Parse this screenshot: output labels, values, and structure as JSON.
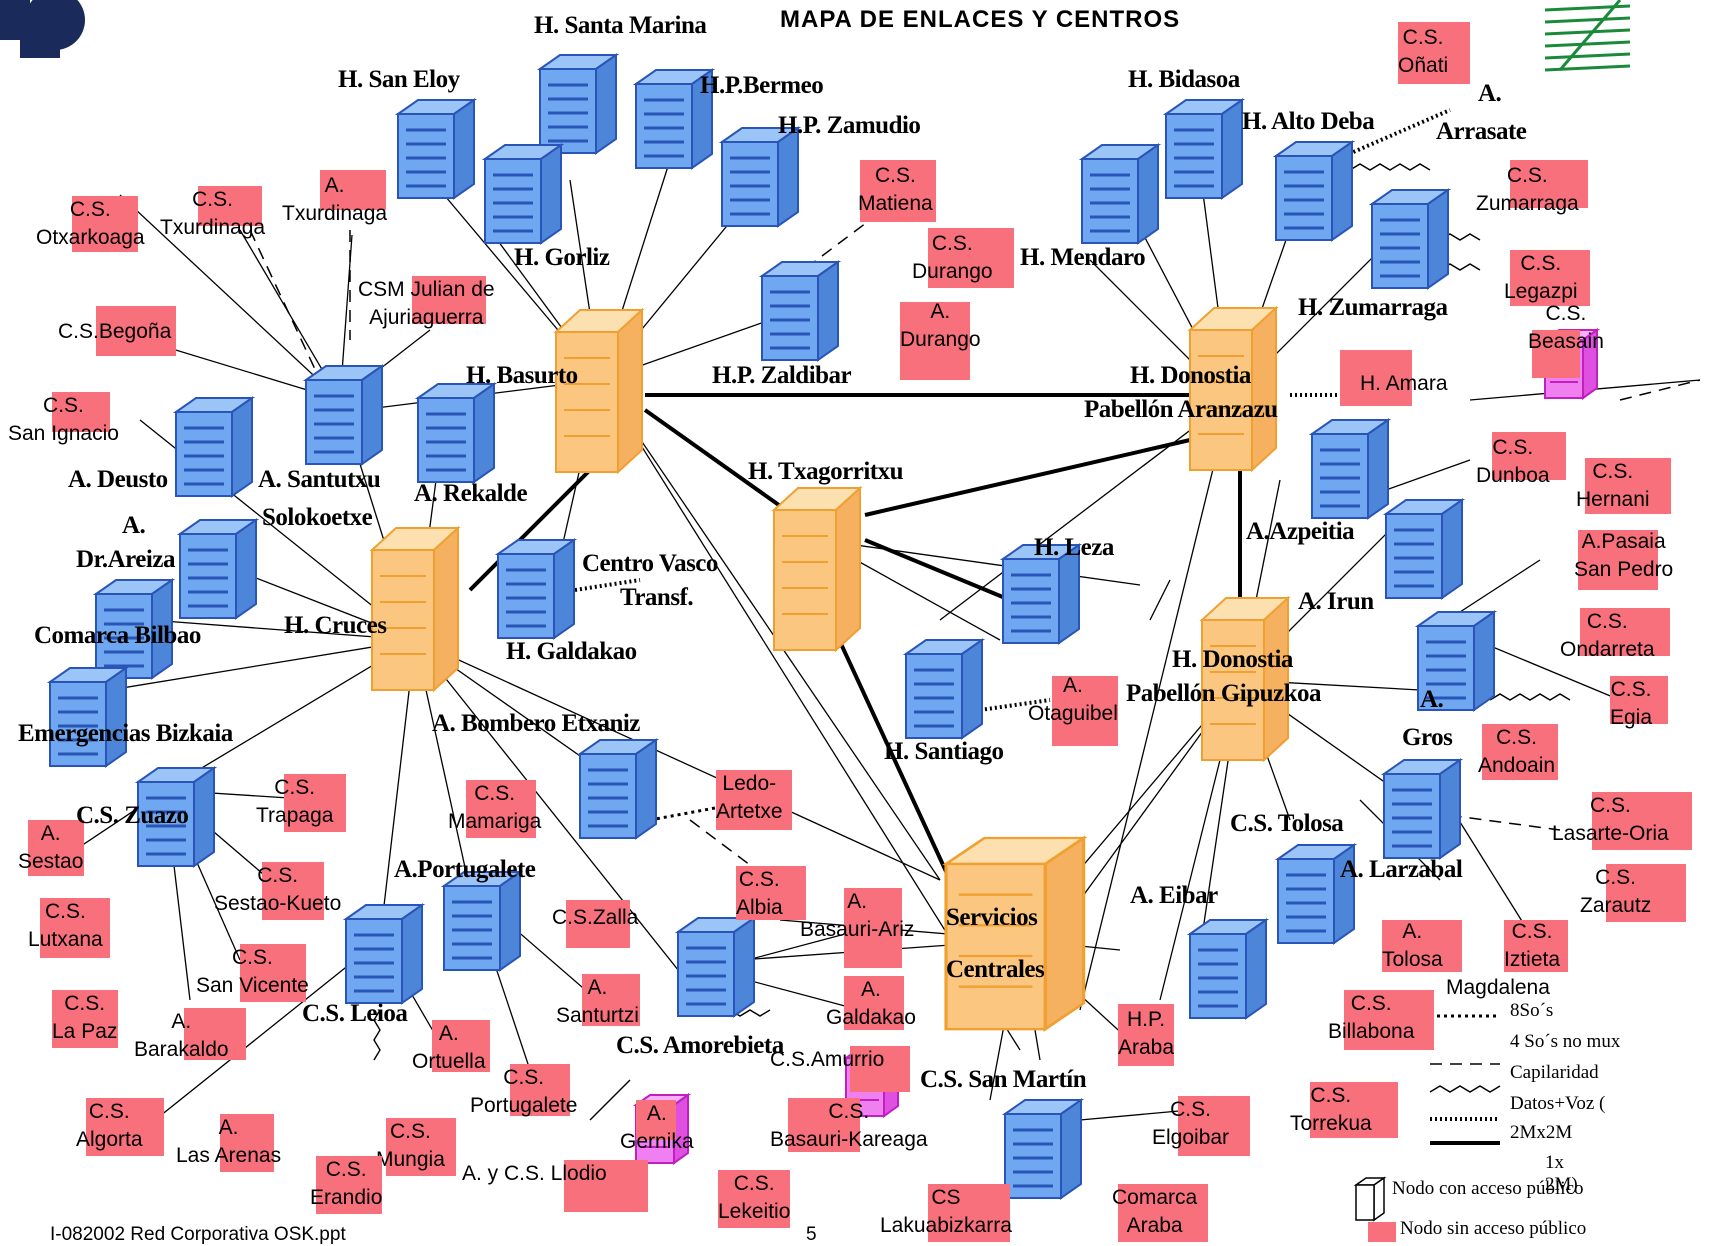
{
  "title": "MAPA DE ENLACES Y CENTROS",
  "footer": {
    "file": "I-082002 Red Corporativa OSK.ppt",
    "page": "5"
  },
  "colors": {
    "server_blue": "#6fa8f0",
    "server_orange": "#fbc680",
    "node_pink": "#f7707c",
    "public_node_magenta": "#f080f0"
  },
  "hubs": {
    "basurto": "H. Basurto",
    "cruces": "H. Cruces",
    "txagorritxu": "H. Txagorritxu",
    "donostia_aranzazu": "H. Donostia Pabellón Aranzazu",
    "donostia_gipuzkoa": "H. Donostia Pabellón Gipuzkoa",
    "servicios_centrales": "Servicios Centrales"
  },
  "bold_labels": [
    "H. Santa Marina",
    "H. San Eloy",
    "H.P.Bermeo",
    "H.P. Zamudio",
    "H. Gorliz",
    "H. Basurto",
    "H.P. Zaldibar",
    "H. Bidasoa",
    "H. Alto Deba",
    "H. Mendaro",
    "H. Zumarraga",
    "H. Donostia",
    "Pabellón Aranzazu",
    "A. Deusto",
    "A. Santutxu",
    "Solokoetxe",
    "A. Rekalde",
    "A.",
    "Dr.Areiza",
    "Comarca Bilbao",
    "H. Cruces",
    "Centro Vasco",
    "Transf.",
    "H. Galdakao",
    "H. Txagorritxu",
    "H. Leza",
    "Emergencias Bizkaia",
    "A. Bombero Etxaniz",
    "H. Santiago",
    "H. Donostia",
    "Pabellón Gipuzkoa",
    "A.Azpeitia",
    "A. Irun",
    "A.",
    "Gros",
    "C.S. Zuazo",
    "A.Portugalete",
    "C.S. Tolosa",
    "A. Larzabal",
    "A. Eibar",
    "Servicios",
    "Centrales",
    "C.S. Leioa",
    "C.S. Amorebieta",
    "C.S. San Martín",
    "A. Arrasate"
  ],
  "nodes": [
    "C.S.\nOñati",
    "C.S.\nZumarraga",
    "C.S.\nLegazpi",
    "H. Amara",
    "C.S.\nMatiena",
    "C.S.\nDurango",
    "A.\nDurango",
    "A.\nTxurdinaga",
    "C.S.\nTxurdinaga",
    "C.S.\nOtxarkoaga",
    "CSM Julian de\nAjuriaguerra",
    "C.S.Begoña",
    "C.S.\nSan Ignacio",
    "C.S.\nDunboa",
    "C.S.\nHernani",
    "A.Pasaia\nSan Pedro",
    "C.S.\nOndarreta",
    "C.S.\nEgia",
    "C.S.\nAndoain",
    "C.S.\nLasarte-Oria",
    "C.S.\nZarautz",
    "A.\nTolosa",
    "C.S.\nIztieta",
    "Magdalena",
    "C.S.\nBillabona",
    "C.S.\nTorrekua",
    "C.S.\nElgoibar",
    "H.P.\nAraba",
    "Comarca\nAraba",
    "CS\nLakuabizkarra",
    "A.\nOtaguibel",
    "Ledo-\nArtetxe",
    "C.S.\nAlbia",
    "A.\nBasauri-Ariz",
    "A.\nGaldakao",
    "C.S.Amurrio",
    "C.S.\nBasauri-Kareaga",
    "C.S.\nLekeitio",
    "A.\nGernika",
    "A. y C.S. Llodio",
    "C.S.\nMungia",
    "C.S.\nErandio",
    "A.\nLas Arenas",
    "C.S.\nAlgorta",
    "C.S.\nPortugalete",
    "A.\nOrtuella",
    "A.\nSanturtzi",
    "C.S.Zalla",
    "C.S.\nMamariga",
    "C.S.\nTrapaga",
    "C.S.\nSestao-Kueto",
    "C.S.\nSan Vicente",
    "A.\nBarakaldo",
    "C.S.\nLa Paz",
    "C.S.\nLutxana",
    "A.\nSestao",
    "C.S.\nBeasain"
  ],
  "legend": {
    "items": [
      "8So´s",
      "4 So´s no mux",
      "Capilaridad",
      "Datos+Voz (",
      "2Mx2M",
      "1x",
      "2M)"
    ],
    "public": "Nodo con acceso público",
    "private": "Nodo sin acceso público"
  }
}
